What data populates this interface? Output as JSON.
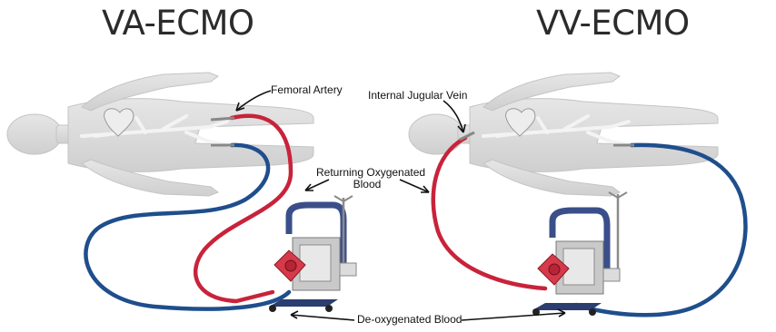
{
  "titles": {
    "left": "VA-ECMO",
    "right": "VV-ECMO"
  },
  "labels": {
    "femoral_artery": "Femoral Artery",
    "internal_jugular_vein": "Internal Jugular Vein",
    "returning_oxygenated_line1": "Returning Oxygenated",
    "returning_oxygenated_line2": "Blood",
    "deoxygenated_blood": "De-oxygenated Blood"
  },
  "colors": {
    "oxygenated_tube": "#c8233a",
    "deoxygenated_tube": "#1f4e8c",
    "body_silhouette": "#d8d8d8",
    "pump_frame": "#3a4f8a",
    "pump_module": "#d63a4a"
  }
}
